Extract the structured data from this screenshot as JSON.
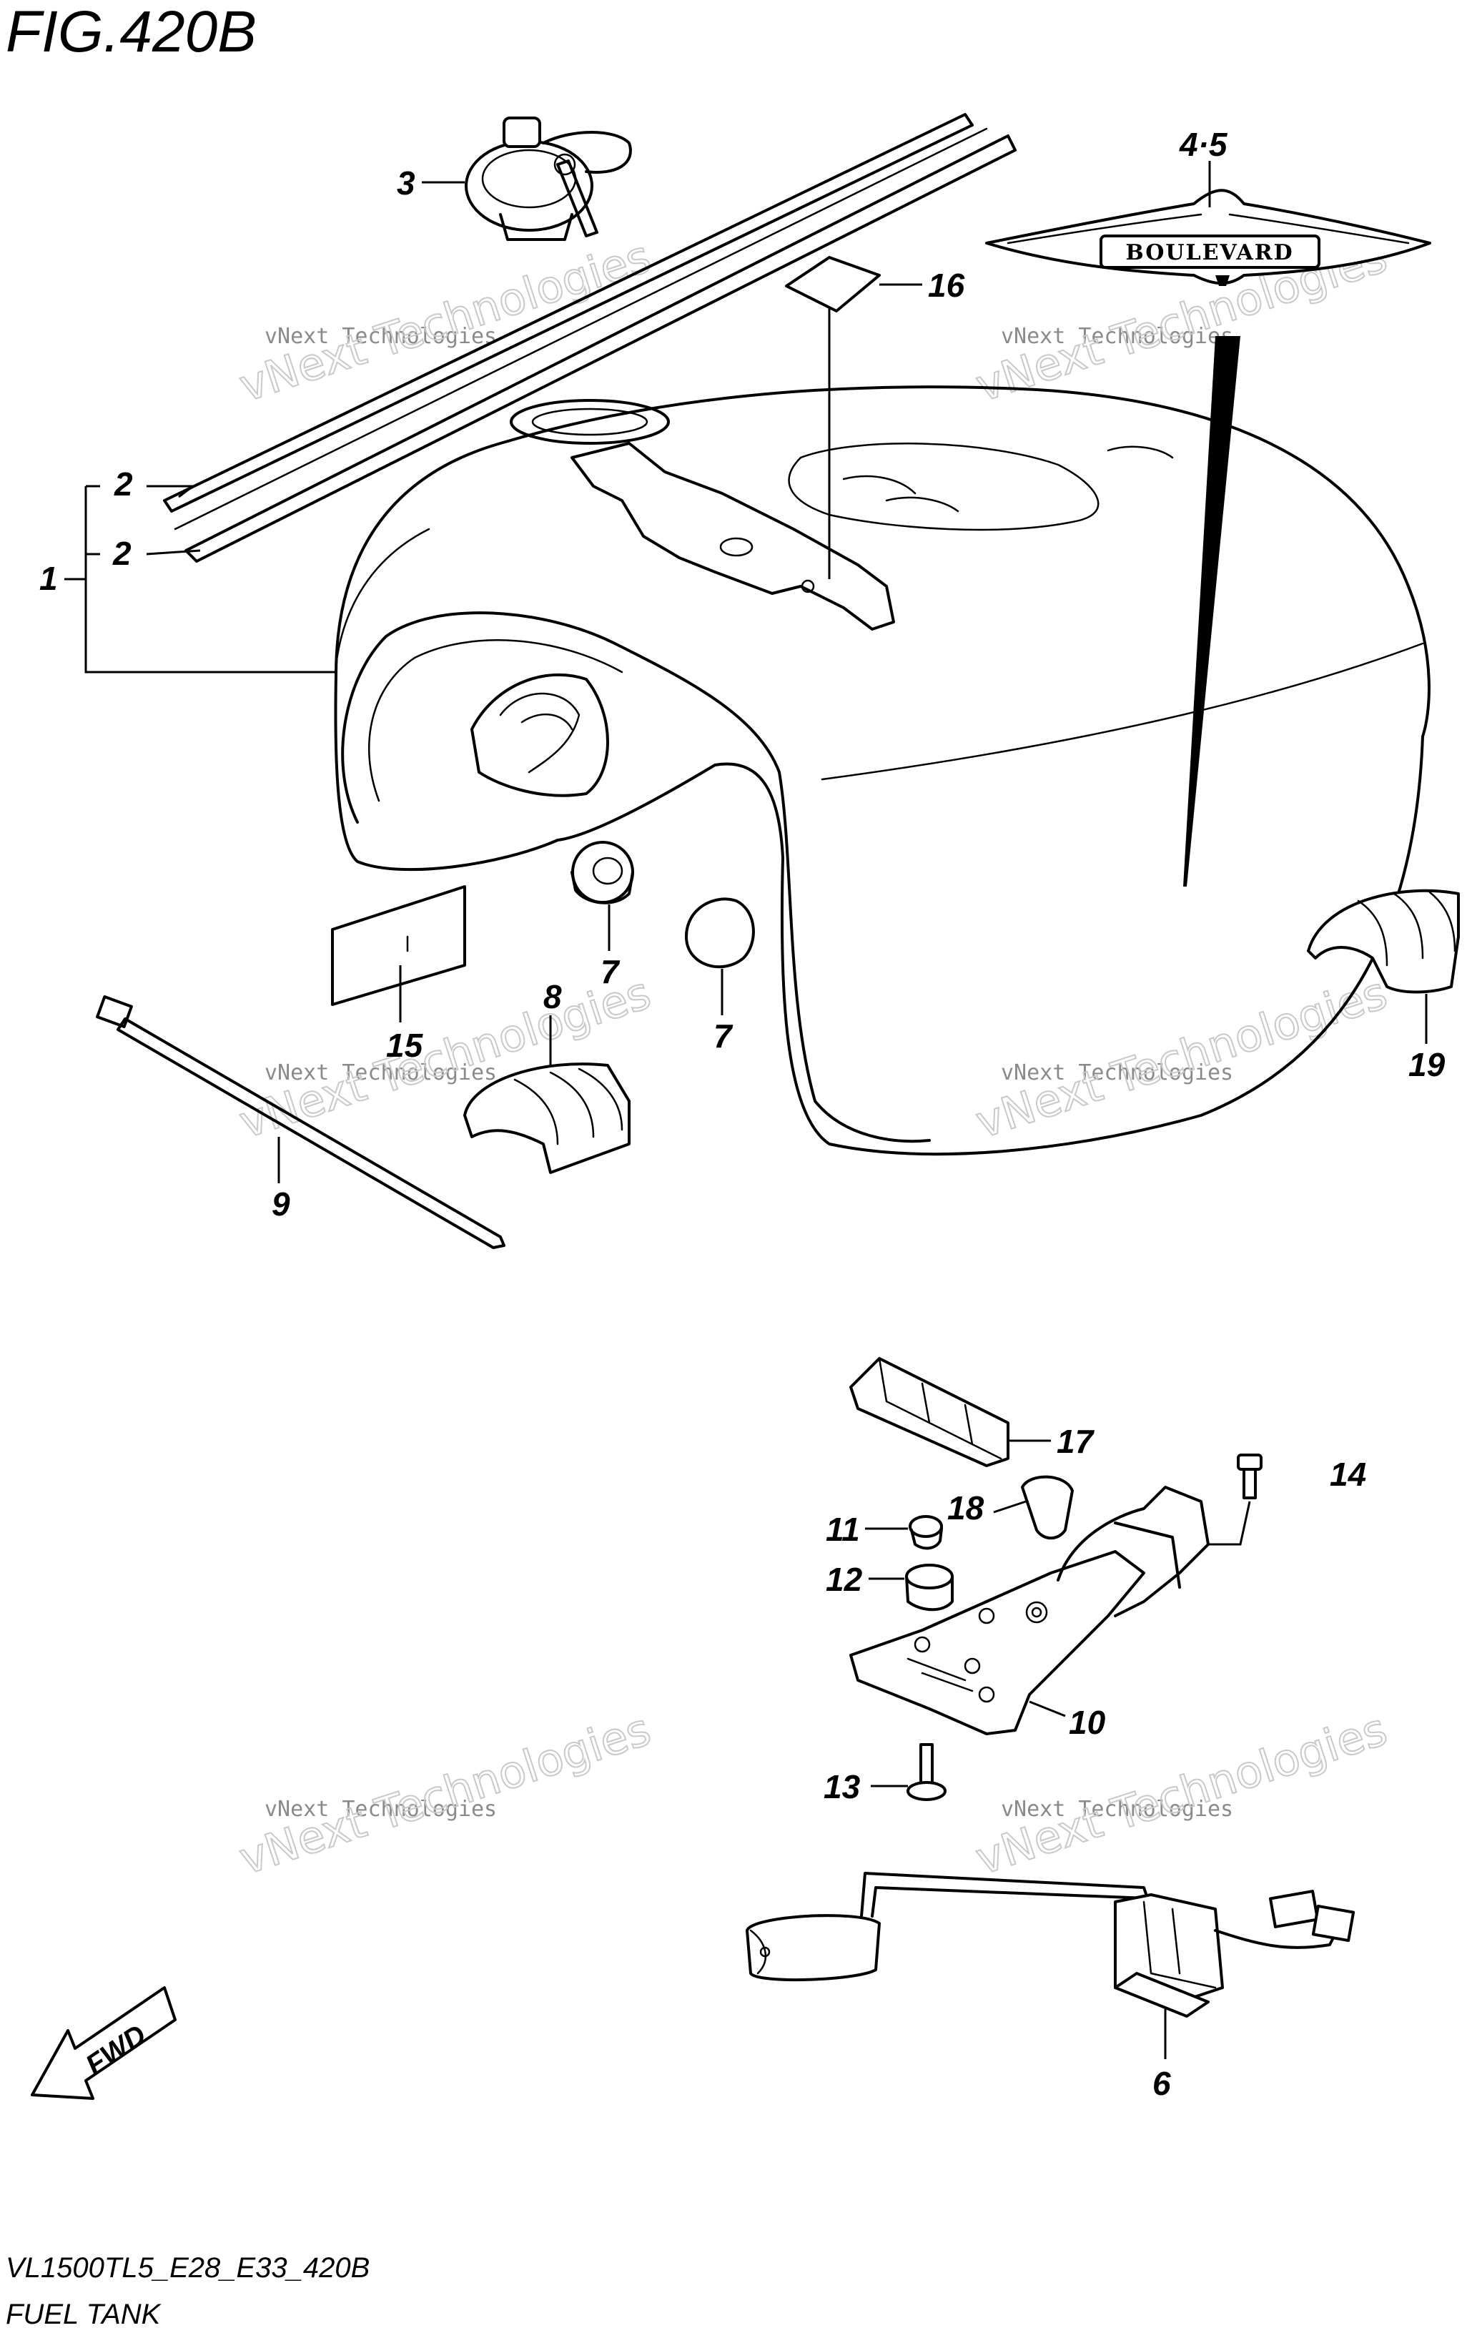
{
  "figure": {
    "title": "FIG.420B",
    "model_code": "VL1500TL5_E28_E33_420B",
    "caption": "FUEL TANK"
  },
  "watermark": {
    "small_text": "vNext Technologies",
    "large_text": "vNext Technologies"
  },
  "emblem_text": "BOULEVARD",
  "fwd_label": "FWD",
  "callouts": {
    "c1": "1",
    "c2a": "2",
    "c2b": "2",
    "c3": "3",
    "c45": "4·5",
    "c6": "6",
    "c7a": "7",
    "c7b": "7",
    "c8": "8",
    "c9": "9",
    "c10": "10",
    "c11": "11",
    "c12": "12",
    "c13": "13",
    "c14": "14",
    "c15": "15",
    "c16": "16",
    "c17": "17",
    "c18": "18",
    "c19": "19"
  }
}
